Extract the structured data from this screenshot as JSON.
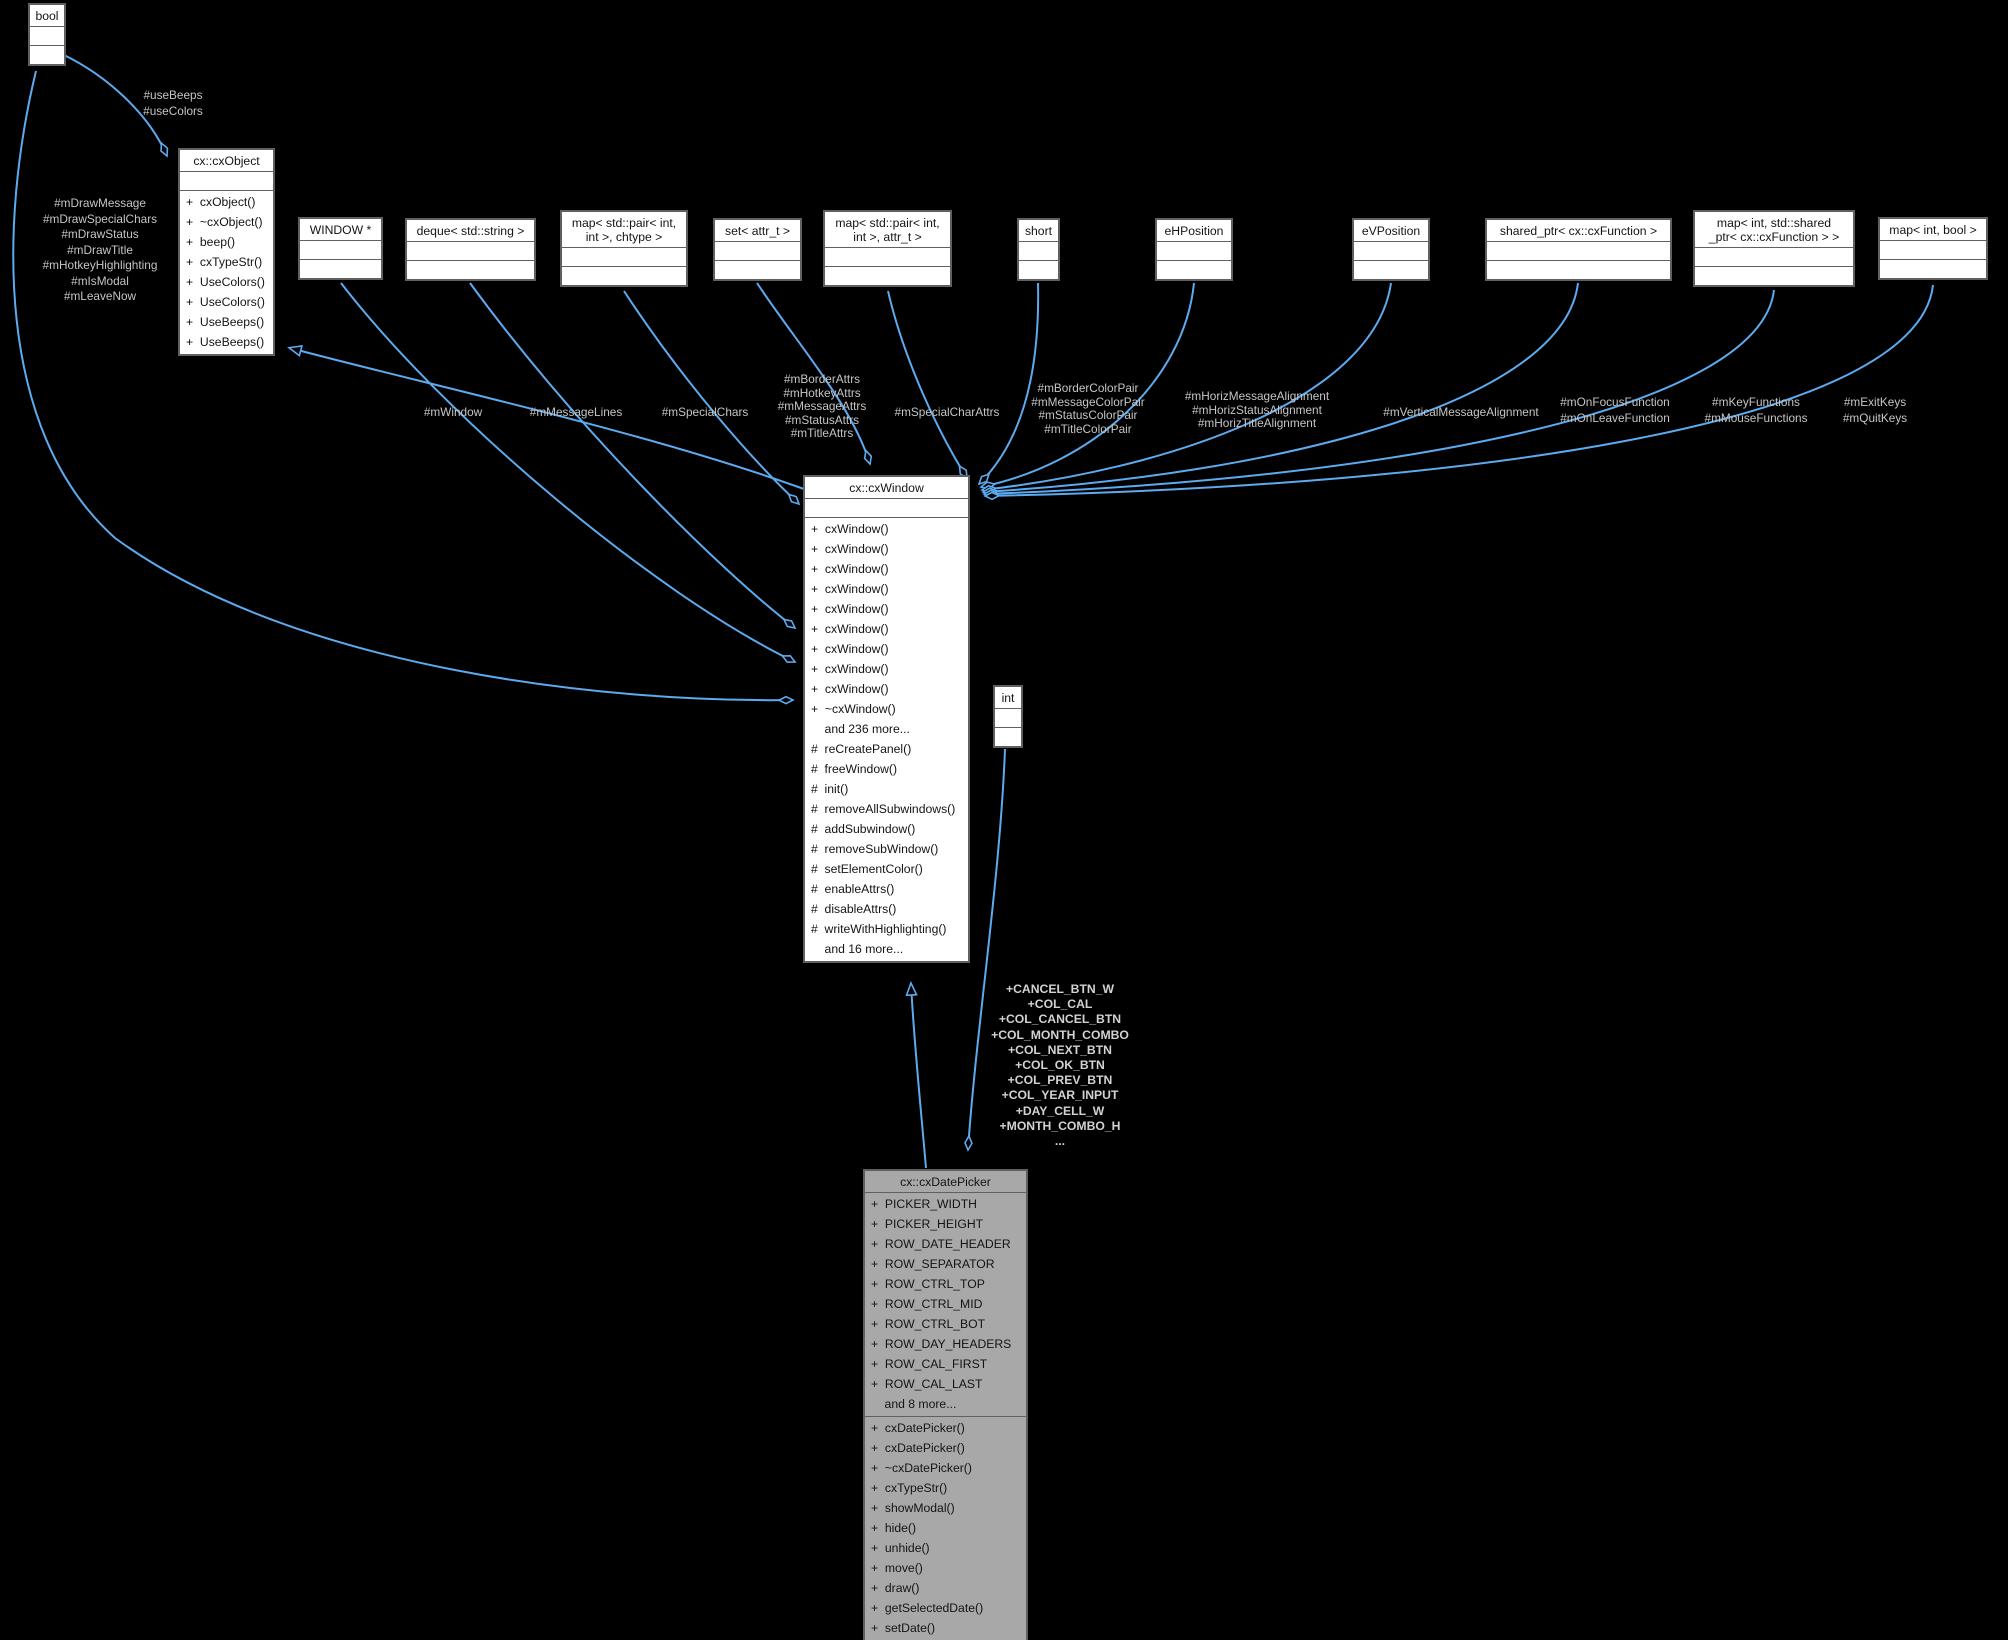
{
  "colors": {
    "bg": "#000000",
    "edge": "#5caaef",
    "label": "#c5c5c5",
    "boxfill": "#ffffff",
    "boxborder": "#606060",
    "boxtext": "#141414",
    "grayfill": "#a8a8a8"
  },
  "classes": {
    "cxObject": {
      "title": "cx::cxObject",
      "members": [
        "+  cxObject()",
        "+  ~cxObject()",
        "+  beep()",
        "+  cxTypeStr()",
        "+  UseColors()",
        "+  UseColors()",
        "+  UseBeeps()",
        "+  UseBeeps()"
      ]
    },
    "cxWindow": {
      "title": "cx::cxWindow",
      "members": [
        "+  cxWindow()",
        "+  cxWindow()",
        "+  cxWindow()",
        "+  cxWindow()",
        "+  cxWindow()",
        "+  cxWindow()",
        "+  cxWindow()",
        "+  cxWindow()",
        "+  cxWindow()",
        "+  ~cxWindow()",
        "    and 236 more...",
        "#  reCreatePanel()",
        "#  freeWindow()",
        "#  init()",
        "#  removeAllSubwindows()",
        "#  addSubwindow()",
        "#  removeSubWindow()",
        "#  setElementColor()",
        "#  enableAttrs()",
        "#  disableAttrs()",
        "#  writeWithHighlighting()",
        "    and 16 more..."
      ]
    },
    "cxDatePicker": {
      "title": "cx::cxDatePicker",
      "attributes": [
        "+  PICKER_WIDTH",
        "+  PICKER_HEIGHT",
        "+  ROW_DATE_HEADER",
        "+  ROW_SEPARATOR",
        "+  ROW_CTRL_TOP",
        "+  ROW_CTRL_MID",
        "+  ROW_CTRL_BOT",
        "+  ROW_DAY_HEADERS",
        "+  ROW_CAL_FIRST",
        "+  ROW_CAL_LAST",
        "    and 8 more..."
      ],
      "methods": [
        "+  cxDatePicker()",
        "+  cxDatePicker()",
        "+  ~cxDatePicker()",
        "+  cxTypeStr()",
        "+  showModal()",
        "+  hide()",
        "+  unhide()",
        "+  move()",
        "+  draw()",
        "+  getSelectedDate()",
        "+  setDate()"
      ]
    }
  },
  "types": [
    {
      "title": "bool"
    },
    {
      "title": "WINDOW *"
    },
    {
      "title": "deque< std::string >"
    },
    {
      "title": "map< std::pair< int,\nint >, chtype >"
    },
    {
      "title": "set< attr_t >"
    },
    {
      "title": "map< std::pair< int,\nint >, attr_t >"
    },
    {
      "title": "short"
    },
    {
      "title": "eHPosition"
    },
    {
      "title": "eVPosition"
    },
    {
      "title": "shared_ptr< cx::cxFunction >"
    },
    {
      "title": "map< int, std::shared\n_ptr< cx::cxFunction > >"
    },
    {
      "title": "map< int, bool >"
    },
    {
      "title": "int"
    }
  ],
  "edge_labels": {
    "useFlags": [
      "#useBeeps",
      "#useColors"
    ],
    "drawFlags": [
      "#mDrawMessage",
      "#mDrawSpecialChars",
      "#mDrawStatus",
      "#mDrawTitle",
      "#mHotkeyHighlighting",
      "#mIsModal",
      "#mLeaveNow"
    ],
    "mWindow": [
      "#mWindow"
    ],
    "mMessageLines": [
      "#mMessageLines"
    ],
    "mSpecialChars": [
      "#mSpecialChars"
    ],
    "attrSets": [
      "#mBorderAttrs",
      "#mHotkeyAttrs",
      "#mMessageAttrs",
      "#mStatusAttrs",
      "#mTitleAttrs"
    ],
    "mSpecialCharAttrs": [
      "#mSpecialCharAttrs"
    ],
    "colorPairs": [
      "#mBorderColorPair",
      "#mMessageColorPair",
      "#mStatusColorPair",
      "#mTitleColorPair"
    ],
    "horizAlign": [
      "#mHorizMessageAlignment",
      "#mHorizStatusAlignment",
      "#mHorizTitleAlignment"
    ],
    "vertAlign": [
      "#mVerticalMessageAlignment"
    ],
    "focusFns": [
      "#mOnFocusFunction",
      "#mOnLeaveFunction"
    ],
    "keyFns": [
      "#mKeyFunctions",
      "#mMouseFunctions"
    ],
    "exitKeys": [
      "#mExitKeys",
      "#mQuitKeys"
    ],
    "datePickerConsts": [
      "+CANCEL_BTN_W",
      "+COL_CAL",
      "+COL_CANCEL_BTN",
      "+COL_MONTH_COMBO",
      "+COL_NEXT_BTN",
      "+COL_OK_BTN",
      "+COL_PREV_BTN",
      "+COL_YEAR_INPUT",
      "+DAY_CELL_W",
      "+MONTH_COMBO_H",
      "..."
    ]
  }
}
